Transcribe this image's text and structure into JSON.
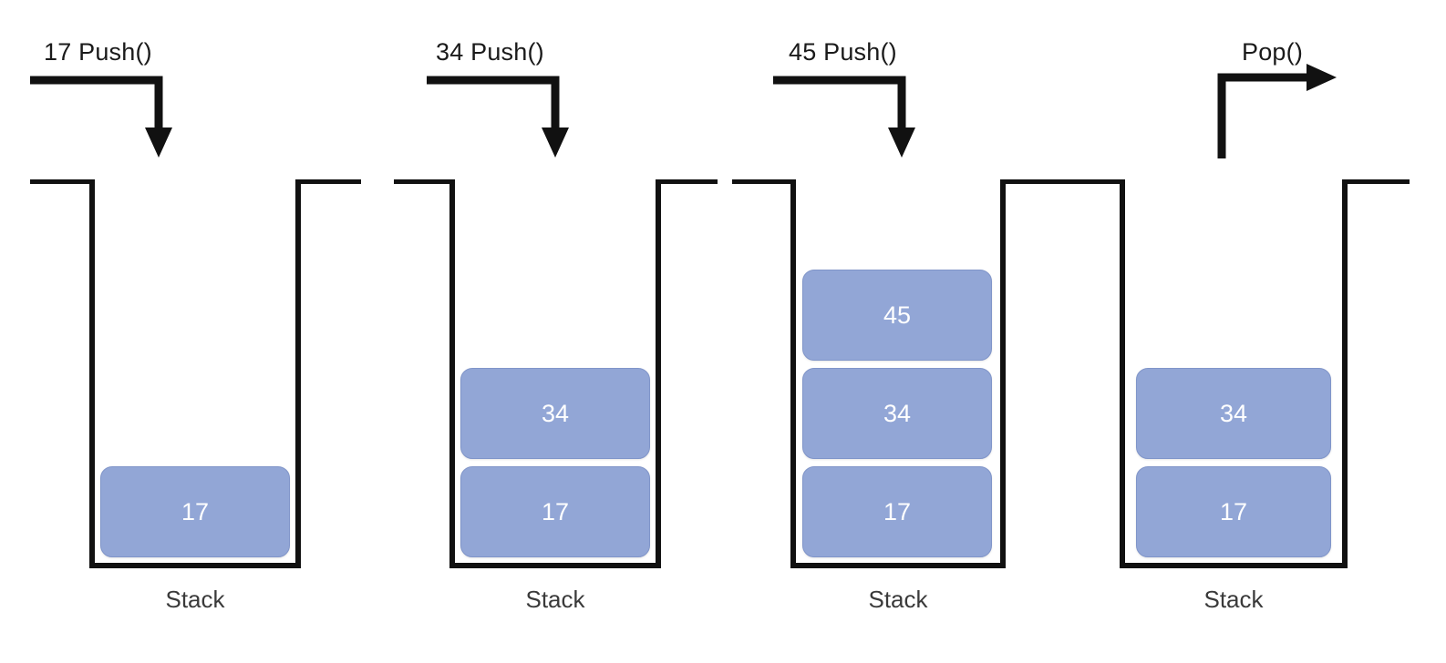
{
  "diagram": {
    "title_note": "Stack push and pop operations",
    "background_color": "#ffffff",
    "block_color": "#92a6d6",
    "block_text_color": "#ffffff",
    "outline_color": "#111111",
    "caption_color": "#3a3a3a"
  },
  "panels": [
    {
      "operation_label": "17 Push()",
      "arrow_direction": "in",
      "caption": "Stack",
      "blocks": [
        "17"
      ]
    },
    {
      "operation_label": "34 Push()",
      "arrow_direction": "in",
      "caption": "Stack",
      "blocks": [
        "34",
        "17"
      ]
    },
    {
      "operation_label": "45 Push()",
      "arrow_direction": "in",
      "caption": "Stack",
      "blocks": [
        "45",
        "34",
        "17"
      ]
    },
    {
      "operation_label": "Pop()",
      "arrow_direction": "out",
      "caption": "Stack",
      "blocks": [
        "34",
        "17"
      ]
    }
  ]
}
